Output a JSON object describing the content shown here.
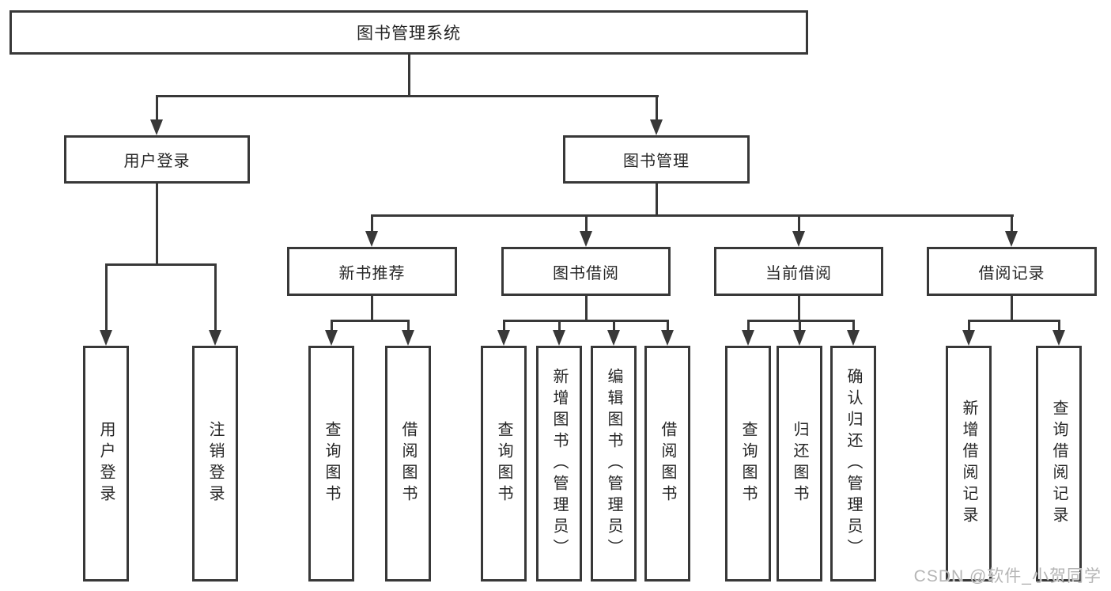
{
  "diagram": {
    "root": {
      "label": "图书管理系统"
    },
    "children": [
      {
        "label": "用户登录",
        "children": [
          {
            "label": "用户登录"
          },
          {
            "label": "注销登录"
          }
        ]
      },
      {
        "label": "图书管理",
        "children": [
          {
            "label": "新书推荐",
            "children": [
              {
                "label": "查询图书"
              },
              {
                "label": "借阅图书"
              }
            ]
          },
          {
            "label": "图书借阅",
            "children": [
              {
                "label": "查询图书"
              },
              {
                "label": "新增图书（管理员）"
              },
              {
                "label": "编辑图书（管理员）"
              },
              {
                "label": "借阅图书"
              }
            ]
          },
          {
            "label": "当前借阅",
            "children": [
              {
                "label": "查询图书"
              },
              {
                "label": "归还图书"
              },
              {
                "label": "确认归还（管理员）"
              }
            ]
          },
          {
            "label": "借阅记录",
            "children": [
              {
                "label": "新增借阅记录"
              },
              {
                "label": "查询借阅记录"
              }
            ]
          }
        ]
      }
    ]
  },
  "watermark": "CSDN @软件_小贺同学",
  "colors": {
    "line": "#383838",
    "text": "#262626",
    "watermark": "#b5b5b5",
    "background": "#ffffff"
  }
}
